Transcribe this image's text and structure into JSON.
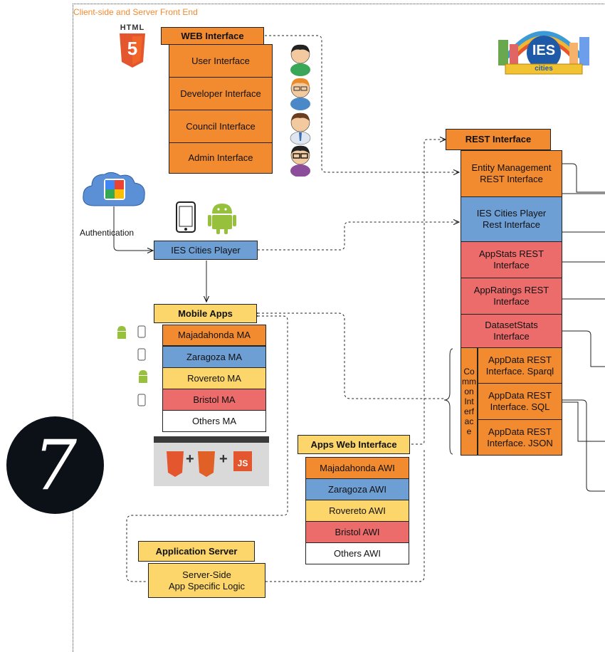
{
  "frame_label": "Client-side and Server Front End",
  "web": {
    "title": "WEB Interface",
    "items": [
      "User Interface",
      "Developer Interface",
      "Council Interface",
      "Admin Interface"
    ]
  },
  "html5_logo_text": "HTML",
  "html5_logo_number": "5",
  "auth_label": "Authentication",
  "player_label": "IES Cities Player",
  "mobile": {
    "title": "Mobile Apps",
    "items": [
      "Majadahonda MA",
      "Zaragoza MA",
      "Rovereto MA",
      "Bristol MA",
      "Others MA"
    ]
  },
  "apps_web": {
    "title": "Apps Web Interface",
    "items": [
      "Majadahonda AWI",
      "Zaragoza AWI",
      "Rovereto AWI",
      "Bristol AWI",
      "Others AWI"
    ]
  },
  "app_server": {
    "title": "Application Server",
    "body": "Server-Side\nApp Specific Logic"
  },
  "rest": {
    "title": "REST Interface",
    "items": [
      "Entity Management\nREST Interface",
      "IES Cities Player\nRest Interface",
      "AppStats REST\nInterface",
      "AppRatings REST\nInterface",
      "DatasetStats\nInterface"
    ],
    "common_label": "Co\nmm\non\nInt\nerf\nac\ne",
    "appdata": [
      "AppData REST\nInterface. Sparql",
      "AppData REST\nInterface. SQL",
      "AppData REST\nInterface. JSON"
    ]
  },
  "logo": {
    "text": "IES",
    "sub": "cities"
  },
  "tech_strip": {
    "plus1": "+",
    "plus2": "+",
    "js": "JS"
  },
  "badge_number": "7",
  "colors": {
    "orange": "#f28a30",
    "blue": "#6d9fd5",
    "yellow": "#fcd66a",
    "red": "#ec6b6b",
    "android": "#97c03d",
    "frame_label": "#f28a30"
  }
}
